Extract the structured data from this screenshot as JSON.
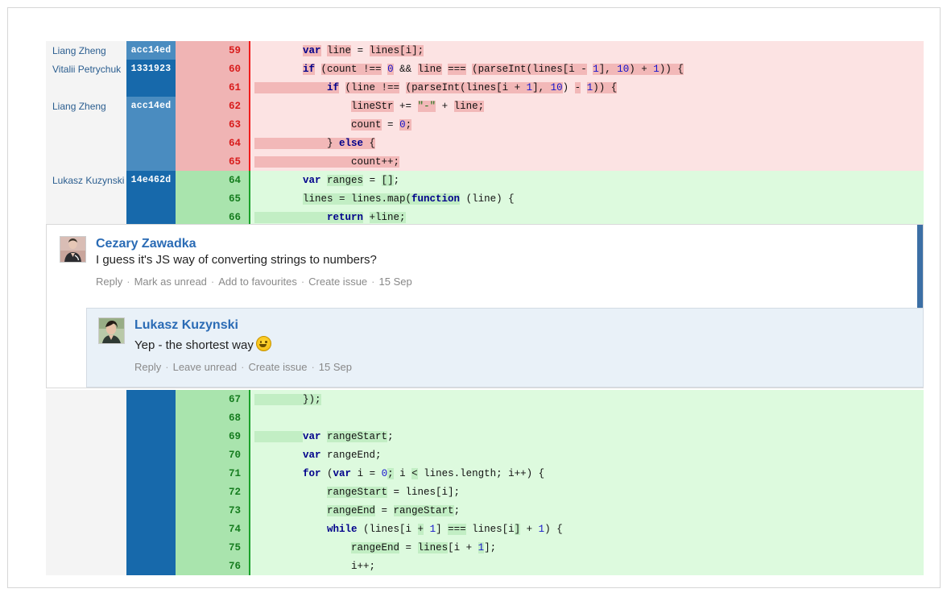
{
  "diff_top": {
    "rows": [
      {
        "author": "Liang Zheng",
        "hash": "acc14ed",
        "hash_shade": "light",
        "num": "59",
        "side": "del",
        "tokens": [
          {
            "t": "        ",
            "c": "pl"
          },
          {
            "t": "var",
            "c": "kw",
            "hl": true
          },
          {
            "t": " ",
            "c": "pl"
          },
          {
            "t": "line",
            "c": "pl",
            "hl": true
          },
          {
            "t": " = ",
            "c": "pl"
          },
          {
            "t": "lines[i];",
            "c": "pl",
            "hl": true
          }
        ]
      },
      {
        "author": "Vitalii Petrychuk",
        "hash": "1331923",
        "hash_shade": "dark",
        "num": "60",
        "side": "del",
        "tokens": [
          {
            "t": "        ",
            "c": "pl"
          },
          {
            "t": "if",
            "c": "kw",
            "hl": true
          },
          {
            "t": " ",
            "c": "pl"
          },
          {
            "t": "(count !==",
            "c": "pl",
            "hl": true
          },
          {
            "t": " ",
            "c": "pl"
          },
          {
            "t": "0",
            "c": "num",
            "hl": true
          },
          {
            "t": " && ",
            "c": "pl"
          },
          {
            "t": "line",
            "c": "pl",
            "hl": true
          },
          {
            "t": " ",
            "c": "pl"
          },
          {
            "t": "===",
            "c": "pl",
            "hl": true
          },
          {
            "t": " ",
            "c": "pl"
          },
          {
            "t": "(parseInt(lines[i ",
            "c": "pl",
            "hl": true
          },
          {
            "t": "-",
            "c": "pl",
            "hl": true
          },
          {
            "t": " ",
            "c": "pl"
          },
          {
            "t": "1",
            "c": "num",
            "hl": true
          },
          {
            "t": "], ",
            "c": "pl",
            "hl": true
          },
          {
            "t": "10",
            "c": "num",
            "hl": true
          },
          {
            "t": ") + ",
            "c": "pl",
            "hl": true
          },
          {
            "t": "1",
            "c": "num",
            "hl": true
          },
          {
            "t": ")) {",
            "c": "pl",
            "hl": true
          }
        ]
      },
      {
        "author": "",
        "hash": "",
        "hash_shade": "dark",
        "num": "61",
        "side": "del",
        "tokens": [
          {
            "t": "            ",
            "c": "pl",
            "hl": true
          },
          {
            "t": "if",
            "c": "kw",
            "hl": true
          },
          {
            "t": " ",
            "c": "pl"
          },
          {
            "t": "(line !==",
            "c": "pl",
            "hl": true
          },
          {
            "t": " ",
            "c": "pl"
          },
          {
            "t": "(parseInt(lines[i + ",
            "c": "pl",
            "hl": true
          },
          {
            "t": "1",
            "c": "num",
            "hl": true
          },
          {
            "t": "], ",
            "c": "pl",
            "hl": true
          },
          {
            "t": "10",
            "c": "num",
            "hl": true
          },
          {
            "t": ") ",
            "c": "pl"
          },
          {
            "t": "-",
            "c": "pl",
            "hl": true
          },
          {
            "t": " ",
            "c": "pl"
          },
          {
            "t": "1",
            "c": "num",
            "hl": true
          },
          {
            "t": ")) {",
            "c": "pl",
            "hl": true
          }
        ]
      },
      {
        "author": "Liang Zheng",
        "hash": "acc14ed",
        "hash_shade": "light",
        "num": "62",
        "side": "del",
        "tokens": [
          {
            "t": "                ",
            "c": "pl"
          },
          {
            "t": "lineStr",
            "c": "pl",
            "hl": true
          },
          {
            "t": " += ",
            "c": "pl"
          },
          {
            "t": "\"-\"",
            "c": "str",
            "hl": true
          },
          {
            "t": " + ",
            "c": "pl"
          },
          {
            "t": "line;",
            "c": "pl",
            "hl": true
          }
        ]
      },
      {
        "author": "",
        "hash": "",
        "hash_shade": "light",
        "num": "63",
        "side": "del",
        "tokens": [
          {
            "t": "                ",
            "c": "pl"
          },
          {
            "t": "count",
            "c": "pl",
            "hl": true
          },
          {
            "t": " = ",
            "c": "pl"
          },
          {
            "t": "0",
            "c": "num",
            "hl": true
          },
          {
            "t": ";",
            "c": "pl",
            "hl": true
          }
        ]
      },
      {
        "author": "",
        "hash": "",
        "hash_shade": "light",
        "num": "64",
        "side": "del",
        "tokens": [
          {
            "t": "            ",
            "c": "pl",
            "hl": true
          },
          {
            "t": "} ",
            "c": "pl",
            "hl": true
          },
          {
            "t": "else",
            "c": "kw",
            "hl": true
          },
          {
            "t": " {",
            "c": "pl",
            "hl": true
          }
        ]
      },
      {
        "author": "",
        "hash": "",
        "hash_shade": "light",
        "num": "65",
        "side": "del",
        "tokens": [
          {
            "t": "                ",
            "c": "pl",
            "hl": true
          },
          {
            "t": "count++;",
            "c": "pl",
            "hl": true
          }
        ]
      },
      {
        "author": "Lukasz Kuzynski",
        "hash": "14e462d",
        "hash_shade": "dark",
        "num": "64",
        "side": "add",
        "tokens": [
          {
            "t": "        ",
            "c": "pl"
          },
          {
            "t": "var",
            "c": "kw"
          },
          {
            "t": " ",
            "c": "pl"
          },
          {
            "t": "ranges",
            "c": "pl",
            "hl": true
          },
          {
            "t": " = ",
            "c": "pl"
          },
          {
            "t": "[]",
            "c": "pl",
            "hl": true
          },
          {
            "t": ";",
            "c": "pl"
          }
        ]
      },
      {
        "author": "",
        "hash": "",
        "hash_shade": "dark",
        "num": "65",
        "side": "add",
        "tokens": [
          {
            "t": "        ",
            "c": "pl"
          },
          {
            "t": "lines = lines.map(",
            "c": "pl",
            "hl": true
          },
          {
            "t": "function",
            "c": "kw",
            "hl": true
          },
          {
            "t": " ",
            "c": "pl"
          },
          {
            "t": "(line) {",
            "c": "pl"
          }
        ]
      },
      {
        "author": "",
        "hash": "",
        "hash_shade": "dark",
        "num": "66",
        "side": "add",
        "tokens": [
          {
            "t": "            ",
            "c": "pl",
            "hl": true
          },
          {
            "t": "return",
            "c": "kw",
            "hl": true
          },
          {
            "t": " ",
            "c": "pl"
          },
          {
            "t": "+line;",
            "c": "pl",
            "hl": true
          }
        ]
      }
    ]
  },
  "comments": [
    {
      "name": "Cezary Zawadka",
      "text": "I guess it's JS way of converting strings to numbers?",
      "avatar": "avatar-cezary",
      "actions": [
        "Reply",
        "Mark as unread",
        "Add to favourites",
        "Create issue"
      ],
      "date": "15 Sep"
    },
    {
      "name": "Lukasz Kuzynski",
      "text": "Yep - the shortest way",
      "emoji": "smiley-face-icon",
      "avatar": "avatar-lukasz",
      "actions": [
        "Reply",
        "Leave unread",
        "Create issue"
      ],
      "date": "15 Sep"
    }
  ],
  "diff_bottom": {
    "rows": [
      {
        "author": "",
        "hash": "",
        "hash_shade": "dark",
        "num": "67",
        "side": "add",
        "tokens": [
          {
            "t": "        ",
            "c": "pl",
            "hl": true
          },
          {
            "t": "});",
            "c": "pl",
            "hl": true
          }
        ]
      },
      {
        "author": "",
        "hash": "",
        "hash_shade": "dark",
        "num": "68",
        "side": "add",
        "tokens": [
          {
            "t": "",
            "c": "pl"
          }
        ]
      },
      {
        "author": "",
        "hash": "",
        "hash_shade": "dark",
        "num": "69",
        "side": "add",
        "tokens": [
          {
            "t": "        ",
            "c": "pl",
            "hl": true
          },
          {
            "t": "var",
            "c": "kw"
          },
          {
            "t": " ",
            "c": "pl"
          },
          {
            "t": "rangeStart",
            "c": "pl",
            "hl": true
          },
          {
            "t": ";",
            "c": "pl"
          }
        ]
      },
      {
        "author": "",
        "hash": "",
        "hash_shade": "dark",
        "num": "70",
        "side": "add",
        "tokens": [
          {
            "t": "        ",
            "c": "pl"
          },
          {
            "t": "var",
            "c": "kw"
          },
          {
            "t": " rangeEnd;",
            "c": "pl"
          }
        ]
      },
      {
        "author": "",
        "hash": "",
        "hash_shade": "dark",
        "num": "71",
        "side": "add",
        "tokens": [
          {
            "t": "        ",
            "c": "pl"
          },
          {
            "t": "for",
            "c": "kw"
          },
          {
            "t": " (",
            "c": "pl"
          },
          {
            "t": "var",
            "c": "kw"
          },
          {
            "t": " i = ",
            "c": "pl"
          },
          {
            "t": "0",
            "c": "num"
          },
          {
            "t": ";",
            "c": "pl",
            "hl": true
          },
          {
            "t": " i ",
            "c": "pl"
          },
          {
            "t": "<",
            "c": "pl",
            "hl": true
          },
          {
            "t": " lines.length; i++) {",
            "c": "pl"
          }
        ]
      },
      {
        "author": "",
        "hash": "",
        "hash_shade": "dark",
        "num": "72",
        "side": "add",
        "tokens": [
          {
            "t": "            ",
            "c": "pl"
          },
          {
            "t": "rangeStart",
            "c": "pl",
            "hl": true
          },
          {
            "t": " = lines[i];",
            "c": "pl"
          }
        ]
      },
      {
        "author": "",
        "hash": "",
        "hash_shade": "dark",
        "num": "73",
        "side": "add",
        "tokens": [
          {
            "t": "            ",
            "c": "pl"
          },
          {
            "t": "rangeEnd",
            "c": "pl",
            "hl": true
          },
          {
            "t": " = ",
            "c": "pl"
          },
          {
            "t": "rangeStart",
            "c": "pl",
            "hl": true
          },
          {
            "t": ";",
            "c": "pl"
          }
        ]
      },
      {
        "author": "",
        "hash": "",
        "hash_shade": "dark",
        "num": "74",
        "side": "add",
        "tokens": [
          {
            "t": "            ",
            "c": "pl"
          },
          {
            "t": "while",
            "c": "kw"
          },
          {
            "t": " (lines[i ",
            "c": "pl"
          },
          {
            "t": "+",
            "c": "pl",
            "hl": true
          },
          {
            "t": " ",
            "c": "pl"
          },
          {
            "t": "1",
            "c": "num"
          },
          {
            "t": "] ",
            "c": "pl"
          },
          {
            "t": "===",
            "c": "pl",
            "hl": true
          },
          {
            "t": " lines[i",
            "c": "pl"
          },
          {
            "t": "]",
            "c": "pl",
            "hl": true
          },
          {
            "t": " + ",
            "c": "pl"
          },
          {
            "t": "1",
            "c": "num"
          },
          {
            "t": ") {",
            "c": "pl"
          }
        ]
      },
      {
        "author": "",
        "hash": "",
        "hash_shade": "dark",
        "num": "75",
        "side": "add",
        "tokens": [
          {
            "t": "                ",
            "c": "pl"
          },
          {
            "t": "rangeEnd",
            "c": "pl",
            "hl": true
          },
          {
            "t": " = ",
            "c": "pl"
          },
          {
            "t": "lines",
            "c": "pl",
            "hl": true
          },
          {
            "t": "[i + ",
            "c": "pl"
          },
          {
            "t": "1",
            "c": "num",
            "hl": true
          },
          {
            "t": "];",
            "c": "pl"
          }
        ]
      },
      {
        "author": "",
        "hash": "",
        "hash_shade": "dark",
        "num": "76",
        "side": "add",
        "tokens": [
          {
            "t": "                ",
            "c": "pl"
          },
          {
            "t": "i++;",
            "c": "pl"
          }
        ]
      }
    ]
  },
  "colors": {
    "removed_bg": "#fce3e3",
    "removed_gutter": "#f0b4b4",
    "removed_rule": "#f01c1c",
    "added_bg": "#ddfade",
    "added_gutter": "#a9e4ad",
    "added_rule": "#1aa02a",
    "hash_light": "#4a8cc0",
    "hash_dark": "#1769ab",
    "author_bg": "#f4f4f4",
    "accent_bar": "#3c6fa5",
    "reply_bg": "#e9f1f8",
    "link": "#2a6bb5"
  }
}
